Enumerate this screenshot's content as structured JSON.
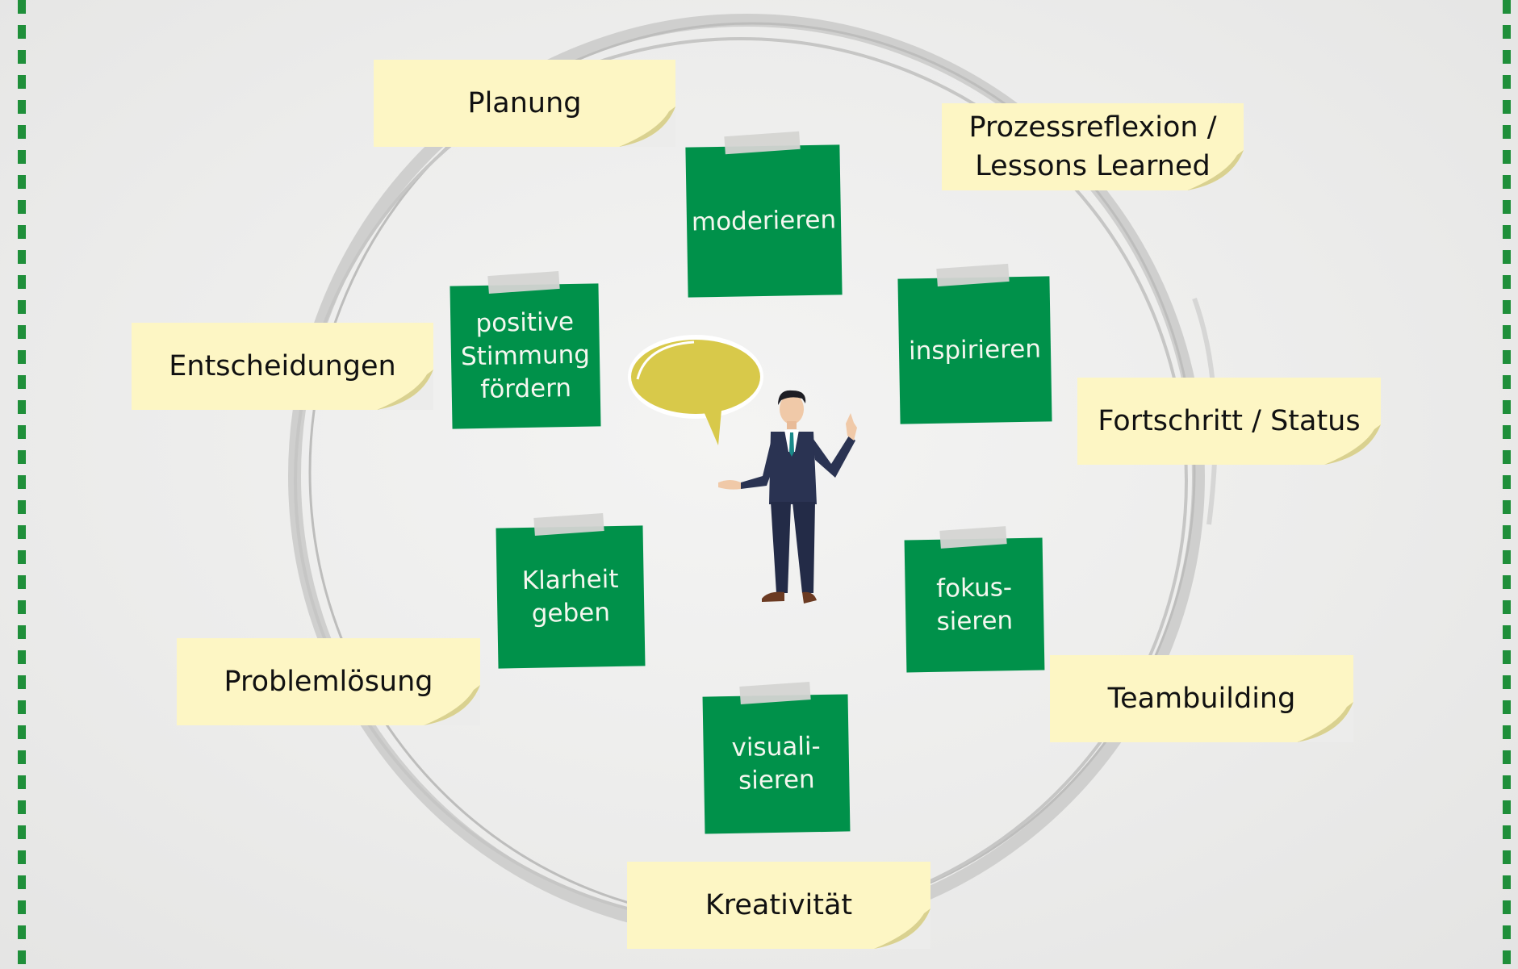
{
  "yellow_topics": [
    {
      "label": "Planung"
    },
    {
      "label": "Prozessreflexion / Lessons Learned"
    },
    {
      "label": "Entscheidungen"
    },
    {
      "label": "Fortschritt / Status"
    },
    {
      "label": "Problemlösung"
    },
    {
      "label": "Teambuilding"
    },
    {
      "label": "Kreativität"
    }
  ],
  "green_roles": [
    {
      "label": "moderieren"
    },
    {
      "label": "positive Stimmung fördern"
    },
    {
      "label": "inspirieren"
    },
    {
      "label": "Klarheit geben"
    },
    {
      "label": "fokus-sieren"
    },
    {
      "label": "visuali-sieren"
    }
  ],
  "colors": {
    "yellow_note": "#fdf6c4",
    "yellow_curl": "#d9d190",
    "green_note": "#00914a",
    "border_dots": "#1f8f3a",
    "speech_bubble": "#d8c94a",
    "suit": "#2a3352"
  },
  "icons": [
    "speech-bubble-icon",
    "presenter-person-icon",
    "circle-ring"
  ]
}
